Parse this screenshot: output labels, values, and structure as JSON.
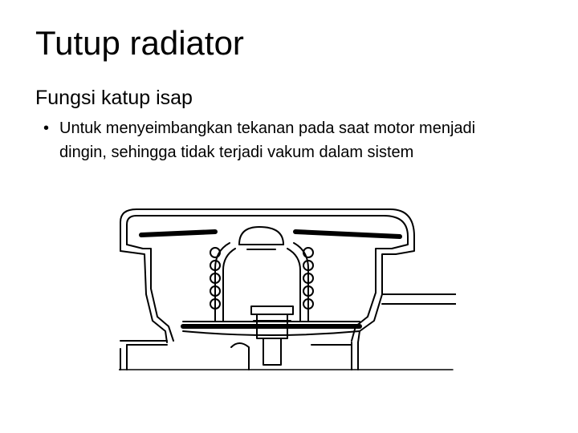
{
  "slide": {
    "title": "Tutup radiator",
    "subheading": "Fungsi katup isap",
    "bullets": [
      "Untuk menyeimbangkan tekanan pada saat motor menjadi dingin, sehingga tidak terjadi vakum dalam sistem"
    ],
    "bullet_marker": "•"
  }
}
